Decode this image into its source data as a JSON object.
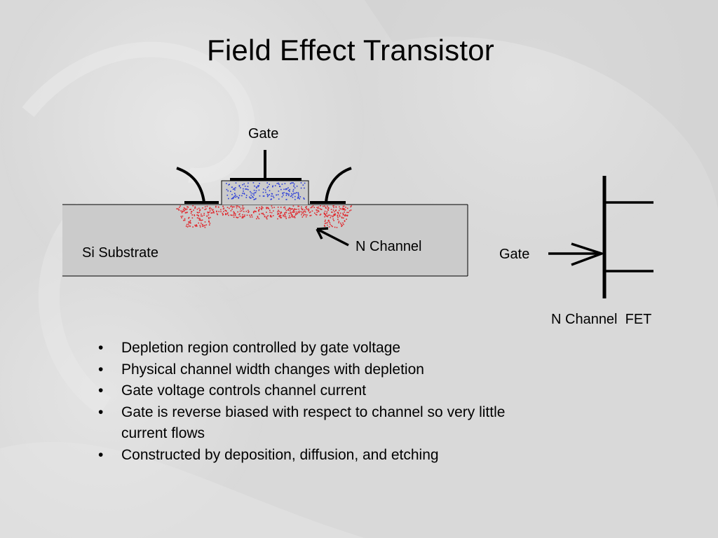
{
  "slide": {
    "title": "Field Effect Transistor"
  },
  "cross_section": {
    "gate_label": "Gate",
    "substrate_label": "Si Substrate",
    "channel_label": "N Channel"
  },
  "symbol": {
    "gate_label": "Gate",
    "caption": "N Channel  FET"
  },
  "bullets": [
    "Depletion region controlled by gate voltage",
    "Physical channel width changes with depletion",
    "Gate voltage controls channel current",
    "Gate is reverse biased with respect to channel so very little current flows",
    "Constructed by deposition, diffusion, and etching"
  ],
  "colors": {
    "background": "#d8d8d8",
    "substrate": "#c8c8c8",
    "n_doping": "#e0282d",
    "p_doping": "#2a3cd8",
    "ink": "#000000"
  }
}
